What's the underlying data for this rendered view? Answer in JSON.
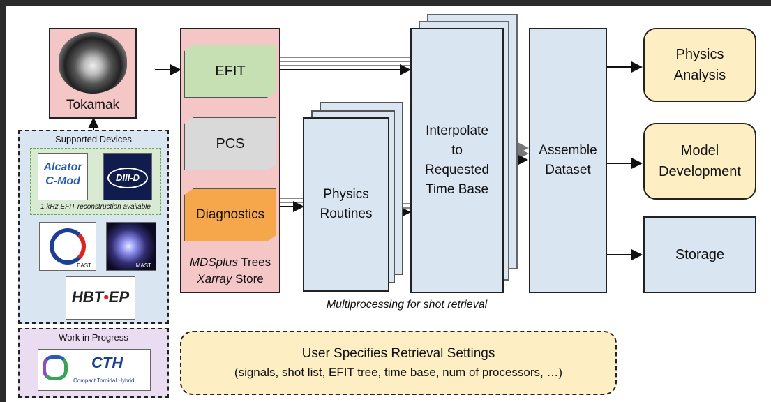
{
  "tokamak": {
    "label": "Tokamak"
  },
  "supported_devices": {
    "title": "Supported Devices",
    "efit_note": "1 kHz EFIT reconstruction available",
    "logos": [
      "Alcator C-Mod",
      "DIII-D",
      "EAST",
      "MAST",
      "HBT-EP"
    ]
  },
  "work_in_progress": {
    "title": "Work in Progress",
    "logo_text": "CTH",
    "logo_subtitle": "Compact Toroidal Hybrid"
  },
  "sources": {
    "efit": "EFIT",
    "pcs": "PCS",
    "diagnostics": "Diagnostics",
    "footer_line1_italic": "MDSplus",
    "footer_line1_rest": " Trees",
    "footer_line2_italic": "Xarray",
    "footer_line2_rest": " Store"
  },
  "physics_routines": {
    "label_line1": "Physics",
    "label_line2": "Routines"
  },
  "interpolate": {
    "line1": "Interpolate",
    "line2": "to",
    "line3": "Requested",
    "line4": "Time Base"
  },
  "assemble": {
    "line1": "Assemble",
    "line2": "Dataset"
  },
  "outputs": {
    "physics_analysis_1": "Physics",
    "physics_analysis_2": "Analysis",
    "model_development_1": "Model",
    "model_development_2": "Development",
    "storage": "Storage"
  },
  "multiprocessing_caption": "Multiprocessing for shot retrieval",
  "user_settings": {
    "title": "User Specifies Retrieval Settings",
    "detail": "(signals, shot list, EFIT tree, time base, num of processors, …)"
  },
  "colors": {
    "pink": "#f4c7c6",
    "green": "#c6e0b4",
    "grey": "#d9d9d9",
    "orange": "#f6a64b",
    "blue": "#dae5f2",
    "cream": "#fdefc3",
    "lavender": "#eadcf1"
  }
}
